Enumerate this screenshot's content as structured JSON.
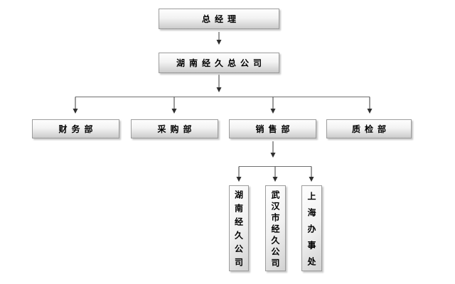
{
  "org_chart": {
    "type": "org-chart",
    "root": {
      "id": "general-manager",
      "label": "总经理"
    },
    "company": {
      "id": "head-company",
      "label": "湖南经久总公司"
    },
    "departments": [
      {
        "id": "finance",
        "label": "财务部"
      },
      {
        "id": "purchasing",
        "label": "采购部"
      },
      {
        "id": "sales",
        "label": "销售部"
      },
      {
        "id": "quality",
        "label": "质检部"
      }
    ],
    "sales_subsidiaries": [
      {
        "id": "hunan-jingjiu",
        "label": "湖南经久公司"
      },
      {
        "id": "wuhan-jingjiu",
        "label": "武汉市经久公司"
      },
      {
        "id": "shanghai-office",
        "label": "上海办事处"
      }
    ]
  },
  "colors": {
    "background": "#ffffff",
    "box_border": "#9c9c9c",
    "box_gradient_top": "#fefefe",
    "box_gradient_bottom": "#cccccc",
    "box_shadow": "#c6c6c6",
    "connector_line": "#707070",
    "arrow": "#2e2e2e",
    "text": "#000000"
  }
}
